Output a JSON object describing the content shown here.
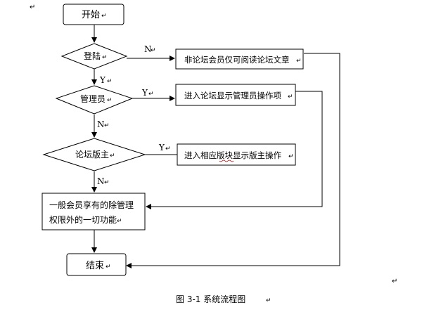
{
  "nodes": {
    "start": "开始",
    "login": "登陆",
    "admin": "管理员",
    "moderator": "论坛版主",
    "guest_action": "非论坛会员仅可阅读论坛文章",
    "admin_action": "进入论坛显示管理员操作项",
    "moderator_action": "进入相应版块显示版主操作",
    "member_action_line1": "一般会员享有的除管理",
    "member_action_line2": "权限外的一切功能",
    "end": "结束"
  },
  "edges": {
    "login_no": "N",
    "login_yes": "Y",
    "admin_yes": "Y",
    "admin_no": "N",
    "moderator_yes": "Y",
    "moderator_no": "N"
  },
  "caption": "图 3-1   系统流程图",
  "marks": {
    "paragraph": "↵",
    "squiggle_color": "#c00000"
  }
}
